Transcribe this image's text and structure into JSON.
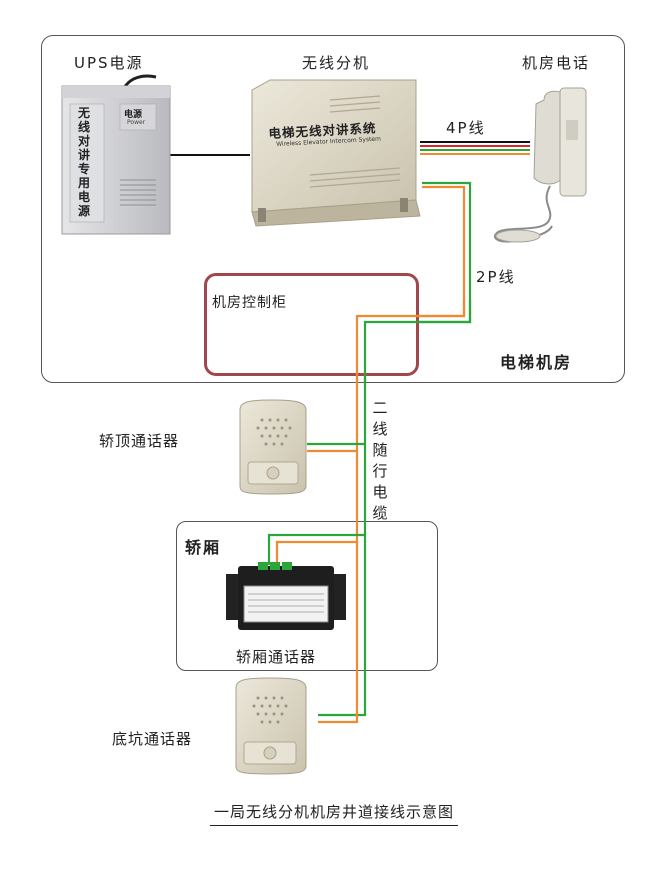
{
  "labels": {
    "ups": "UPS电源",
    "wireless_unit": "无线分机",
    "room_phone": "机房电话",
    "four_p": "4P线",
    "two_p": "2P线",
    "cabinet": "机房控制柜",
    "machine_room": "电梯机房",
    "car_top": "轿顶通话器",
    "travel_cable": "二线随行电缆",
    "car": "轿厢",
    "car_intercom": "轿厢通话器",
    "pit": "底坑通话器"
  },
  "device_text": {
    "ups_face": "无线对讲专用电源",
    "ups_small": "电源",
    "ups_small_en": "Power",
    "unit_face": "电梯无线对讲系统",
    "unit_face_en": "Wireless Elevator Intercom System"
  },
  "caption": "一局无线分机机房井道接线示意图",
  "colors": {
    "wire_black": "#111111",
    "wire_red": "#d8262a",
    "wire_green": "#2aa63a",
    "wire_orange": "#ef8a32",
    "cabinet_border": "#a0474b",
    "device_beige": "#dcd6c4"
  }
}
